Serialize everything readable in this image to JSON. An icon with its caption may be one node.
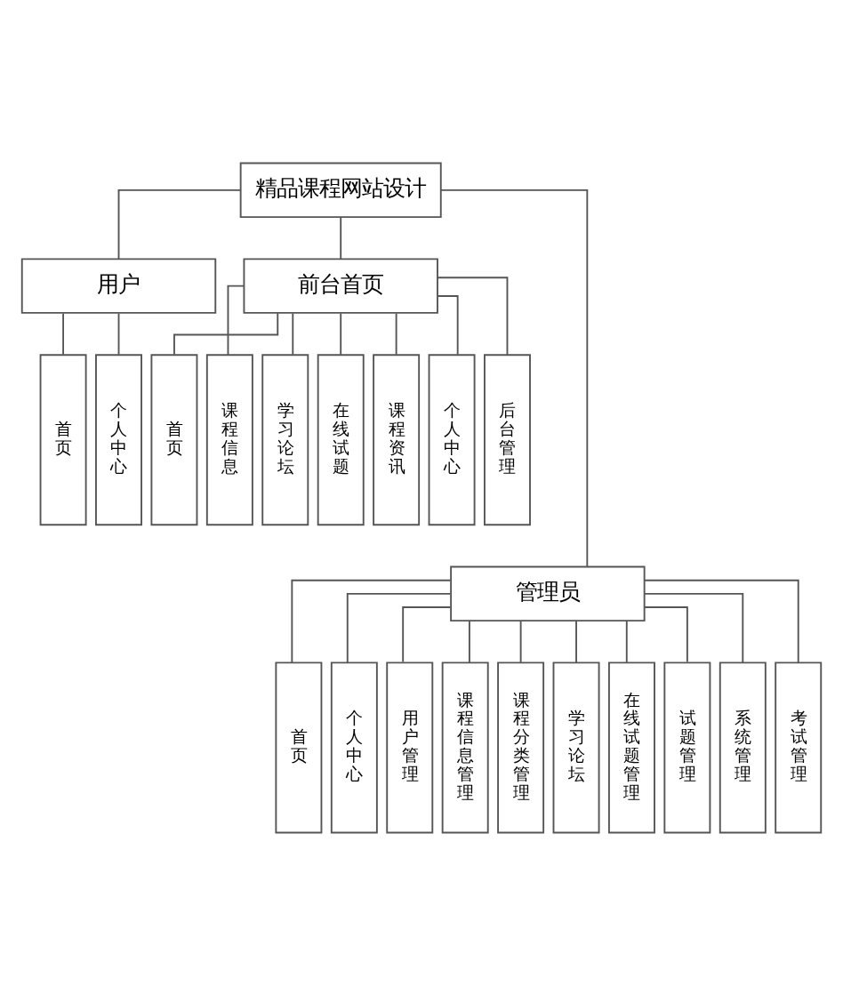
{
  "diagram": {
    "nodes": [
      {
        "text": [
          "精品课程网站设计"
        ]
      },
      {
        "text": [
          "用户"
        ]
      },
      {
        "text": [
          "前台首页"
        ]
      },
      {
        "text": [
          "首页"
        ]
      },
      {
        "text": [
          "个人中心"
        ]
      },
      {
        "text": [
          "首页"
        ]
      },
      {
        "text": [
          "课程信息"
        ]
      },
      {
        "text": [
          "学习论坛"
        ]
      },
      {
        "text": [
          "在线试题"
        ]
      },
      {
        "text": [
          "课程资讯"
        ]
      },
      {
        "text": [
          "个人中心"
        ]
      },
      {
        "text": [
          "后台管理"
        ]
      },
      {
        "text": [
          "管理员"
        ]
      },
      {
        "text": [
          "首页"
        ]
      },
      {
        "text": [
          "个人中心"
        ]
      },
      {
        "text": [
          "用户管理"
        ]
      },
      {
        "text": [
          "课程信息管理"
        ]
      },
      {
        "text": [
          "课程分类管理"
        ]
      },
      {
        "text": [
          "学习论坛"
        ]
      },
      {
        "text": [
          "在线试题管理"
        ]
      },
      {
        "text": [
          "试题管理"
        ]
      },
      {
        "text": [
          "系统管理"
        ]
      },
      {
        "text": [
          "考试管理"
        ]
      }
    ],
    "edges": [
      {
        "from": 0,
        "to": 1,
        "arrow": "none"
      },
      {
        "from": 0,
        "to": 2,
        "arrow": "none"
      },
      {
        "from": 0,
        "to": 12,
        "arrow": "none"
      },
      {
        "from": 1,
        "to": 3,
        "arrow": "none"
      },
      {
        "from": 1,
        "to": 4,
        "arrow": "none"
      },
      {
        "from": 2,
        "to": 5,
        "arrow": "none"
      },
      {
        "from": 2,
        "to": 6,
        "arrow": "none"
      },
      {
        "from": 2,
        "to": 7,
        "arrow": "none"
      },
      {
        "from": 2,
        "to": 8,
        "arrow": "none"
      },
      {
        "from": 2,
        "to": 9,
        "arrow": "none"
      },
      {
        "from": 2,
        "to": 10,
        "arrow": "none"
      },
      {
        "from": 2,
        "to": 11,
        "arrow": "none"
      },
      {
        "from": 12,
        "to": 13,
        "arrow": "none"
      },
      {
        "from": 12,
        "to": 14,
        "arrow": "none"
      },
      {
        "from": 12,
        "to": 15,
        "arrow": "none"
      },
      {
        "from": 12,
        "to": 16,
        "arrow": "none"
      },
      {
        "from": 12,
        "to": 17,
        "arrow": "none"
      },
      {
        "from": 12,
        "to": 18,
        "arrow": "none"
      },
      {
        "from": 12,
        "to": 19,
        "arrow": "none"
      },
      {
        "from": 12,
        "to": 20,
        "arrow": "none"
      },
      {
        "from": 12,
        "to": 21,
        "arrow": "none"
      },
      {
        "from": 12,
        "to": 22,
        "arrow": "none"
      }
    ]
  }
}
